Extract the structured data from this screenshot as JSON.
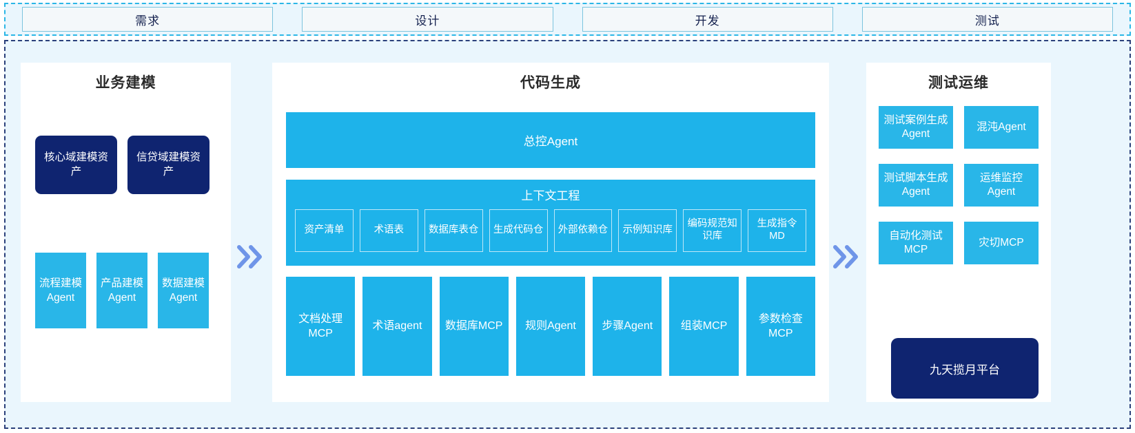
{
  "colors": {
    "cyan": "#1eb3ea",
    "cyan_light": "#29b6e8",
    "navy": "#0f2470",
    "page_bg": "#eaf6fd",
    "panel_bg": "#ffffff",
    "dashed_top": "#2ab6e6",
    "dashed_main": "#2a3f7a",
    "chevron": "#6f95e8",
    "phase_text": "#15224f",
    "panel_title_text": "#2a2a2a"
  },
  "phases": [
    {
      "label": "需求"
    },
    {
      "label": "设计"
    },
    {
      "label": "开发"
    },
    {
      "label": "测试"
    }
  ],
  "arrows": [
    {
      "icon": "double-chevron-right-icon"
    },
    {
      "icon": "double-chevron-right-icon"
    }
  ],
  "panels": {
    "business": {
      "title": "业务建模",
      "assets": [
        {
          "label": "核心域建模资产"
        },
        {
          "label": "信贷域建模资产"
        }
      ],
      "modelers": [
        {
          "label": "流程建模Agent"
        },
        {
          "label": "产品建模Agent"
        },
        {
          "label": "数据建模Agent"
        }
      ]
    },
    "code": {
      "title": "代码生成",
      "master_agent": "总控Agent",
      "context": {
        "title": "上下文工程",
        "items": [
          {
            "label": "资产清单"
          },
          {
            "label": "术语表"
          },
          {
            "label": "数据库表仓"
          },
          {
            "label": "生成代码仓"
          },
          {
            "label": "外部依赖仓"
          },
          {
            "label": "示例知识库"
          },
          {
            "label": "编码规范知识库"
          },
          {
            "label": "生成指令MD"
          }
        ]
      },
      "tools": [
        {
          "label": "文档处理MCP"
        },
        {
          "label": "术语agent"
        },
        {
          "label": "数据库MCP"
        },
        {
          "label": "规则Agent"
        },
        {
          "label": "步骤Agent"
        },
        {
          "label": "组装MCP"
        },
        {
          "label": "参数检查MCP"
        }
      ]
    },
    "ops": {
      "title": "测试运维",
      "items": [
        {
          "label": "测试案例生成Agent"
        },
        {
          "label": "混沌Agent"
        },
        {
          "label": "测试脚本生成Agent"
        },
        {
          "label": "运维监控Agent"
        },
        {
          "label": "自动化测试MCP"
        },
        {
          "label": "灾切MCP"
        }
      ],
      "platform": "九天揽月平台"
    }
  }
}
